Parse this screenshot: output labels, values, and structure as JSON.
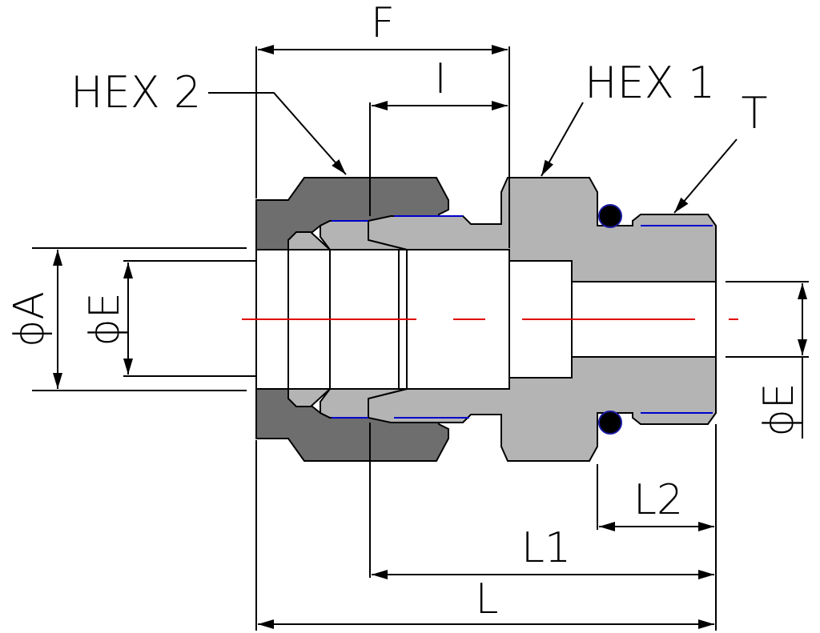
{
  "labels": {
    "F": "F",
    "I": "I",
    "hex2": "HEX 2",
    "hex1": "HEX 1",
    "T": "T",
    "phiA": "ϕA",
    "phiE_left": "ϕE",
    "phiE_right": "ϕE",
    "L2": "L2",
    "L1": "L1",
    "L": "L"
  },
  "colors": {
    "nut": "#6e6e6e",
    "body": "#b4b4b4",
    "ferrule": "#b4b4b4",
    "outline": "#000000",
    "centerline": "#e00000",
    "seal_line": "#0000cc",
    "o_ring": "#000000",
    "o_ring_ring": "#1a1aa0",
    "background": "#ffffff"
  }
}
